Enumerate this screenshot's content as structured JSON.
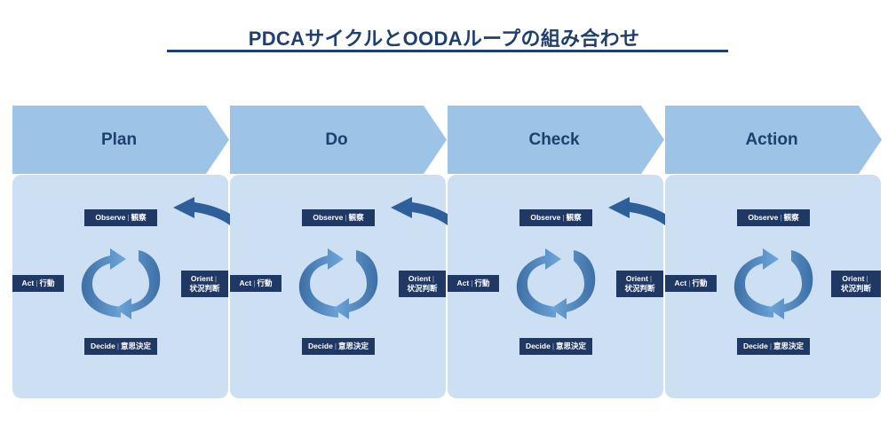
{
  "title": "PDCAサイクルとOODAループの組み合わせ",
  "colors": {
    "navy": "#1f3864",
    "chevron": "#9dc3e6",
    "panel": "#cddff2",
    "cycle_light": "#6fa8dc",
    "cycle_dark": "#3d6fa5",
    "link_arrow": "#2e5f99"
  },
  "phases": [
    {
      "label": "Plan"
    },
    {
      "label": "Do"
    },
    {
      "label": "Check"
    },
    {
      "label": "Action"
    }
  ],
  "ooda": {
    "observe": {
      "en": "Observe",
      "jp": "観察"
    },
    "orient": {
      "en": "Orient",
      "jp": "状況判断"
    },
    "decide": {
      "en": "Decide",
      "jp": "意思決定"
    },
    "act": {
      "en": "Act",
      "jp": "行動"
    }
  },
  "connector_icon": "curved-arrow-icon",
  "cycle_icon": "circular-arrows-icon"
}
